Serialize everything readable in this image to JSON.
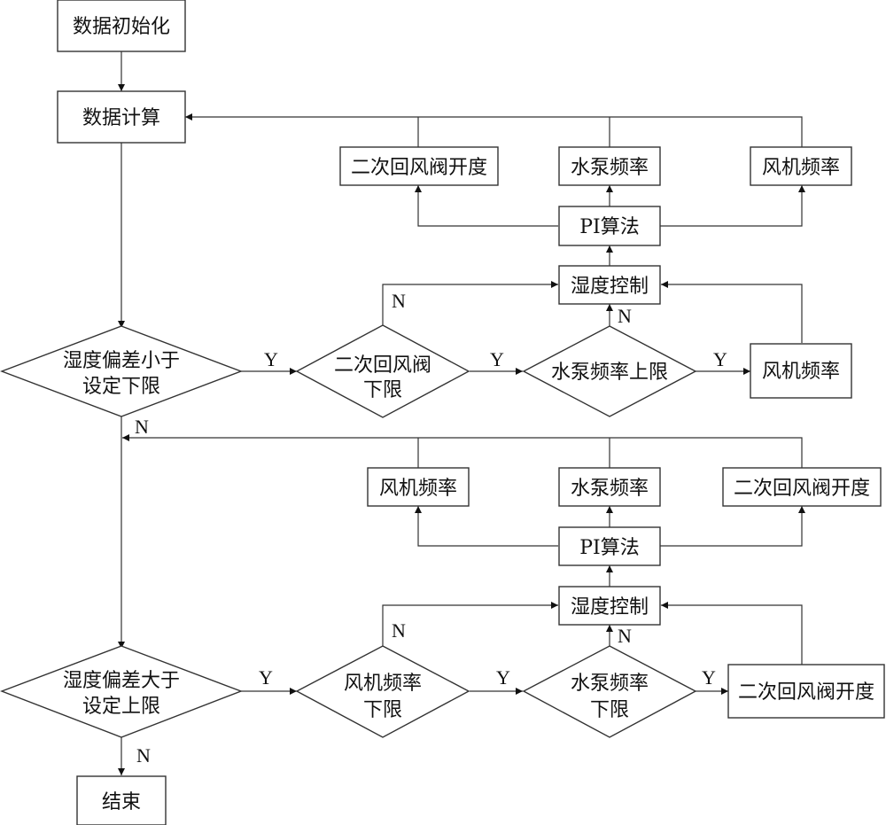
{
  "diagram": {
    "title": "湿度控制流程图",
    "nodes": {
      "init": "数据初始化",
      "calc": "数据计算",
      "upper_out_valve": "二次回风阀开度",
      "upper_out_pump": "水泵频率",
      "upper_out_fan": "风机频率",
      "upper_pi": "PI算法",
      "upper_ctrl": "湿度控制",
      "d1_line1": "湿度偏差小于",
      "d1_line2": "设定下限",
      "d2_line1": "二次回风阀",
      "d2_line2": "下限",
      "d3": "水泵频率上限",
      "upper_fan_action": "风机频率",
      "lower_out_fan": "风机频率",
      "lower_out_pump": "水泵频率",
      "lower_out_valve": "二次回风阀开度",
      "lower_pi": "PI算法",
      "lower_ctrl": "湿度控制",
      "d4_line1": "湿度偏差大于",
      "d4_line2": "设定上限",
      "d5_line1": "风机频率",
      "d5_line2": "下限",
      "d6_line1": "水泵频率",
      "d6_line2": "下限",
      "lower_valve_action": "二次回风阀开度",
      "end": "结束"
    },
    "edge_labels": {
      "yes": "Y",
      "no": "N"
    }
  }
}
